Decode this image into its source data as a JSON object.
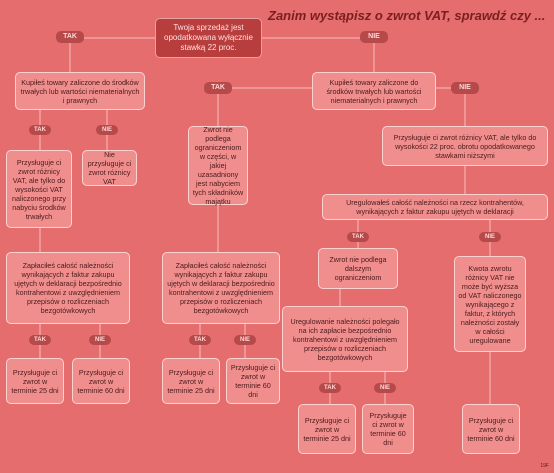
{
  "title": "Zanim wystąpisz o zwrot VAT, sprawdź czy ...",
  "corner_code": "19F",
  "root": "Twoja sprzedaż jest opodatkowana wyłącznie stawką 22 proc.",
  "labels": {
    "yes": "TAK",
    "no": "NIE"
  },
  "left": {
    "question": "Kupiłeś towary zaliczone do środków trwałych lub wartości niematerialnych i prawnych",
    "yes_box": "Przysługuje ci zwrot różnicy VAT, ale tylko do wysokości VAT naliczonego przy nabyciu środków trwałych",
    "no_box": "Nie przysługuje ci zwrot różnicy VAT",
    "paid_question": "Zapłaciłeś całość należności wynikających z faktur zakupu ujętych w deklaracji bezpośrednio kontrahentowi z uwzględnieniem przepisów o rozliczeniach bezgotówkowych",
    "yes_result": "Przysługuje ci zwrot w terminie 25 dni",
    "no_result": "Przysługuje ci zwrot w terminie 60 dni"
  },
  "middle": {
    "restriction": "Zwrot nie podlega ograniczeniom w części, w jakiej uzasadniony jest nabyciem tych składników majątku",
    "paid_question": "Zapłaciłeś całość należności wynikających z faktur zakupu ujętych w deklaracji bezpośrednio kontrahentowi z uwzględnieniem przepisów o rozliczeniach bezgotówkowych",
    "yes_result": "Przysługuje ci zwrot w terminie 25 dni",
    "no_result": "Przysługuje ci zwrot w terminie 60 dni"
  },
  "right": {
    "question": "Kupiłeś towary zaliczone do środków trwałych lub wartości niematerialnych i prawnych",
    "no_box": "Przysługuje ci zwrot różnicy VAT, ale tylko do wysokości 22 proc. obrotu opodatkowanego stawkami niższymi",
    "settled": "Uregulowałeś całość należności na rzecz kontrahentów, wynikających z faktur zakupu ujętych w deklaracji",
    "yes_box": "Zwrot nie podlega dalszym ograniczeniom",
    "paid_question": "Uregulowanie należności polegało na ich zapłacie bezpośrednio kontrahentowi z uwzględnieniem przepisów o rozliczeniach bezgotówkowych",
    "yes_result": "Przysługuje ci zwrot w terminie 25 dni",
    "no_result": "Przysługuje ci zwrot w terminie 60 dni",
    "limit_box": "Kwota zwrotu różnicy VAT nie może być wyższa od VAT naliczonego wynikającego z faktur, z których należności zostały w całości uregulowane",
    "limit_result": "Przysługuje ci zwrot w terminie 60 dni"
  }
}
